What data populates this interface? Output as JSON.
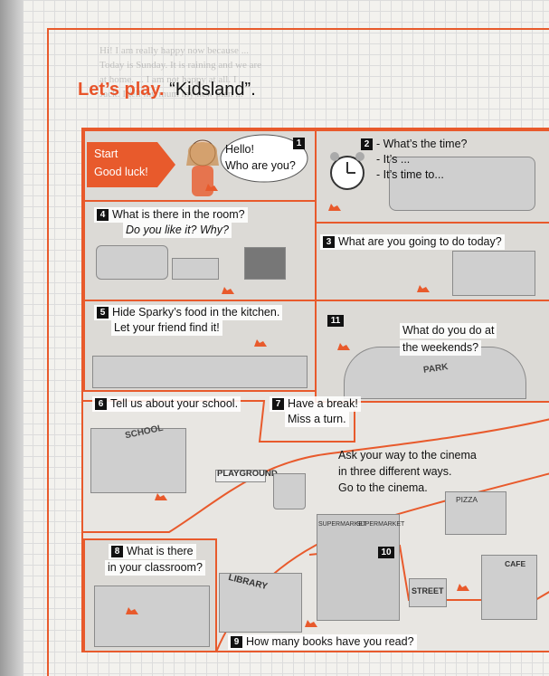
{
  "heading": {
    "lets_play": "Let’s play.",
    "title": "“Kidsland”."
  },
  "start": {
    "line1": "Start",
    "line2": "Good luck!"
  },
  "squares": [
    {
      "n": "1",
      "lines": [
        "Hello!",
        "Who are you?"
      ]
    },
    {
      "n": "2",
      "lines": [
        "- What’s the time?",
        "- It’s ...",
        "- It’s time to..."
      ]
    },
    {
      "n": "3",
      "lines": [
        "What are you going to do today?"
      ]
    },
    {
      "n": "4",
      "lines": [
        "What is there in the room?",
        "Do you like it? Why?"
      ]
    },
    {
      "n": "5",
      "lines": [
        "Hide Sparky’s food in the kitchen.",
        "Let your friend find it!"
      ]
    },
    {
      "n": "6",
      "lines": [
        "Tell us about your school."
      ]
    },
    {
      "n": "7",
      "lines": [
        "Have a break!",
        "Miss a turn."
      ]
    },
    {
      "n": "8",
      "lines": [
        "What is there",
        "in your classroom?"
      ]
    },
    {
      "n": "9",
      "lines": [
        "How many books have you read?"
      ]
    },
    {
      "n": "10",
      "lines": []
    },
    {
      "n": "11",
      "lines": [
        "What do you do at",
        "the weekends?"
      ]
    }
  ],
  "cinema": [
    "Ask your way to the cinema",
    "in three different ways.",
    "Go to the cinema."
  ],
  "signs": {
    "school": "SCHOOL",
    "playground": "PLAYGROUND",
    "supermarket": "SUPERMARKET",
    "library": "LIBRARY",
    "pizza": "PIZZA",
    "street": "STREET",
    "cafe": "CAFE",
    "park": "PARK"
  },
  "bleed_lines": [
    "Hi! I am really happy now because ...",
    "Today is Sunday. It is raining and we are",
    "at home. ... I am not happy at all. I ...",
    "Jack: I tell my mum my new plan ..."
  ],
  "colors": {
    "accent": "#e85a2c",
    "text": "#111111",
    "paper": "#f3f2ee"
  }
}
